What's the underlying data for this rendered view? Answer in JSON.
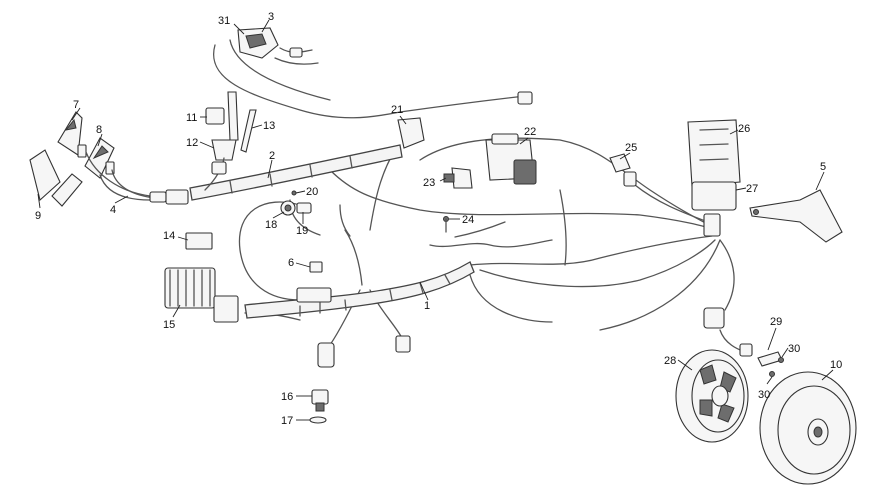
{
  "labels": {
    "l1": "1",
    "l2": "2",
    "l3": "3",
    "l4": "4",
    "l5": "5",
    "l6": "6",
    "l7": "7",
    "l8": "8",
    "l9": "9",
    "l10": "10",
    "l11": "11",
    "l12": "12",
    "l13": "13",
    "l14": "14",
    "l15": "15",
    "l16": "16",
    "l17": "17",
    "l18": "18",
    "l19": "19",
    "l20": "20",
    "l21": "21",
    "l22": "22",
    "l23": "23",
    "l24": "24",
    "l25": "25",
    "l26": "26",
    "l27": "27",
    "l28": "28",
    "l29": "29",
    "l30a": "30",
    "l30b": "30",
    "l31": "31"
  }
}
